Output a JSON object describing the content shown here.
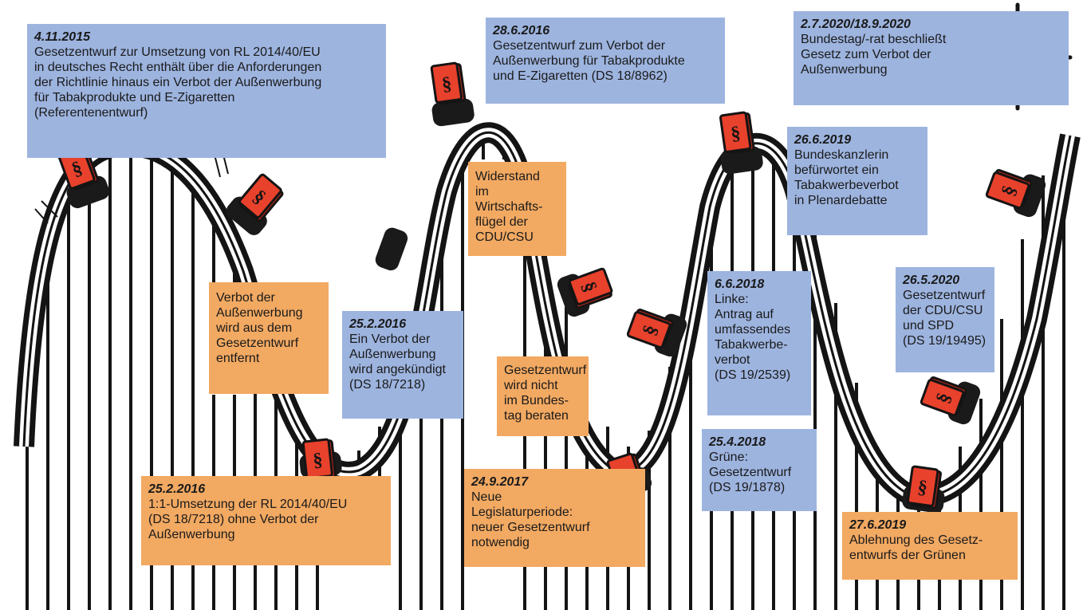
{
  "colors": {
    "blue_box": "#9db4df",
    "orange_box": "#f2a962",
    "book_red": "#e8412c",
    "car_black": "#1a1a1a",
    "track_black": "#141414"
  },
  "icons": [
    "law-book-icon",
    "section-sign-icon",
    "coaster-car-icon",
    "starburst-icon"
  ],
  "events": [
    {
      "id": "e1",
      "color": "blue",
      "date": "4.11.2015",
      "text": "Gesetzentwurf zur Umsetzung von RL 2014/40/EU\nin deutsches Recht enthält über die Anforderungen\nder Richtlinie hinaus ein Verbot der Außenwerbung\nfür Tabakprodukte und E-Zigaretten\n(Referentenentwurf)"
    },
    {
      "id": "e2",
      "color": "orange",
      "date": "",
      "text": "Verbot der\nAußenwerbung\nwird aus dem\nGesetzentwurf\nentfernt"
    },
    {
      "id": "e3",
      "color": "orange",
      "date": "25.2.2016",
      "text": "1:1-Umsetzung der RL 2014/40/EU\n(DS 18/7218) ohne Verbot der\nAußenwerbung"
    },
    {
      "id": "e4",
      "color": "blue",
      "date": "25.2.2016",
      "text": "Ein Verbot der\nAußenwerbung\nwird angekündigt\n(DS 18/7218)"
    },
    {
      "id": "e5",
      "color": "blue",
      "date": "28.6.2016",
      "text": "Gesetzentwurf zum Verbot der\nAußenwerbung für Tabakprodukte\nund E-Zigaretten (DS 18/8962)"
    },
    {
      "id": "e6",
      "color": "orange",
      "date": "",
      "text": "Widerstand\nim Wirtschafts-\nflügel der\nCDU/CSU"
    },
    {
      "id": "e7",
      "color": "orange",
      "date": "",
      "text": "Gesetzentwurf\nwird nicht\nim Bundes-\ntag beraten"
    },
    {
      "id": "e8",
      "color": "orange",
      "date": "24.9.2017",
      "text": "Neue\nLegislaturperiode:\nneuer Gesetzentwurf\nnotwendig"
    },
    {
      "id": "e9",
      "color": "blue",
      "date": "6.6.2018",
      "text": "Linke:\nAntrag auf\numfassendes\nTabakwerbe-\nverbot\n(DS 19/2539)"
    },
    {
      "id": "e10",
      "color": "blue",
      "date": "25.4.2018",
      "text": "Grüne:\nGesetzentwurf\n(DS 19/1878)"
    },
    {
      "id": "e11",
      "color": "blue",
      "date": "26.6.2019",
      "text": "Bundeskanzlerin\nbefürwortet ein\nTabakwerbeverbot\nin Plenardebatte"
    },
    {
      "id": "e12",
      "color": "blue",
      "date": "2.7.2020/18.9.2020",
      "text": "Bundestag/-rat beschließt\nGesetz zum Verbot der\nAußenwerbung"
    },
    {
      "id": "e13",
      "color": "blue",
      "date": "26.5.2020",
      "text": "Gesetzentwurf\nder CDU/CSU\nund SPD\n(DS 19/19495)"
    },
    {
      "id": "e14",
      "color": "orange",
      "date": "27.6.2019",
      "text": "Ablehnung des Gesetz-\nentwurfs der Grünen"
    }
  ]
}
